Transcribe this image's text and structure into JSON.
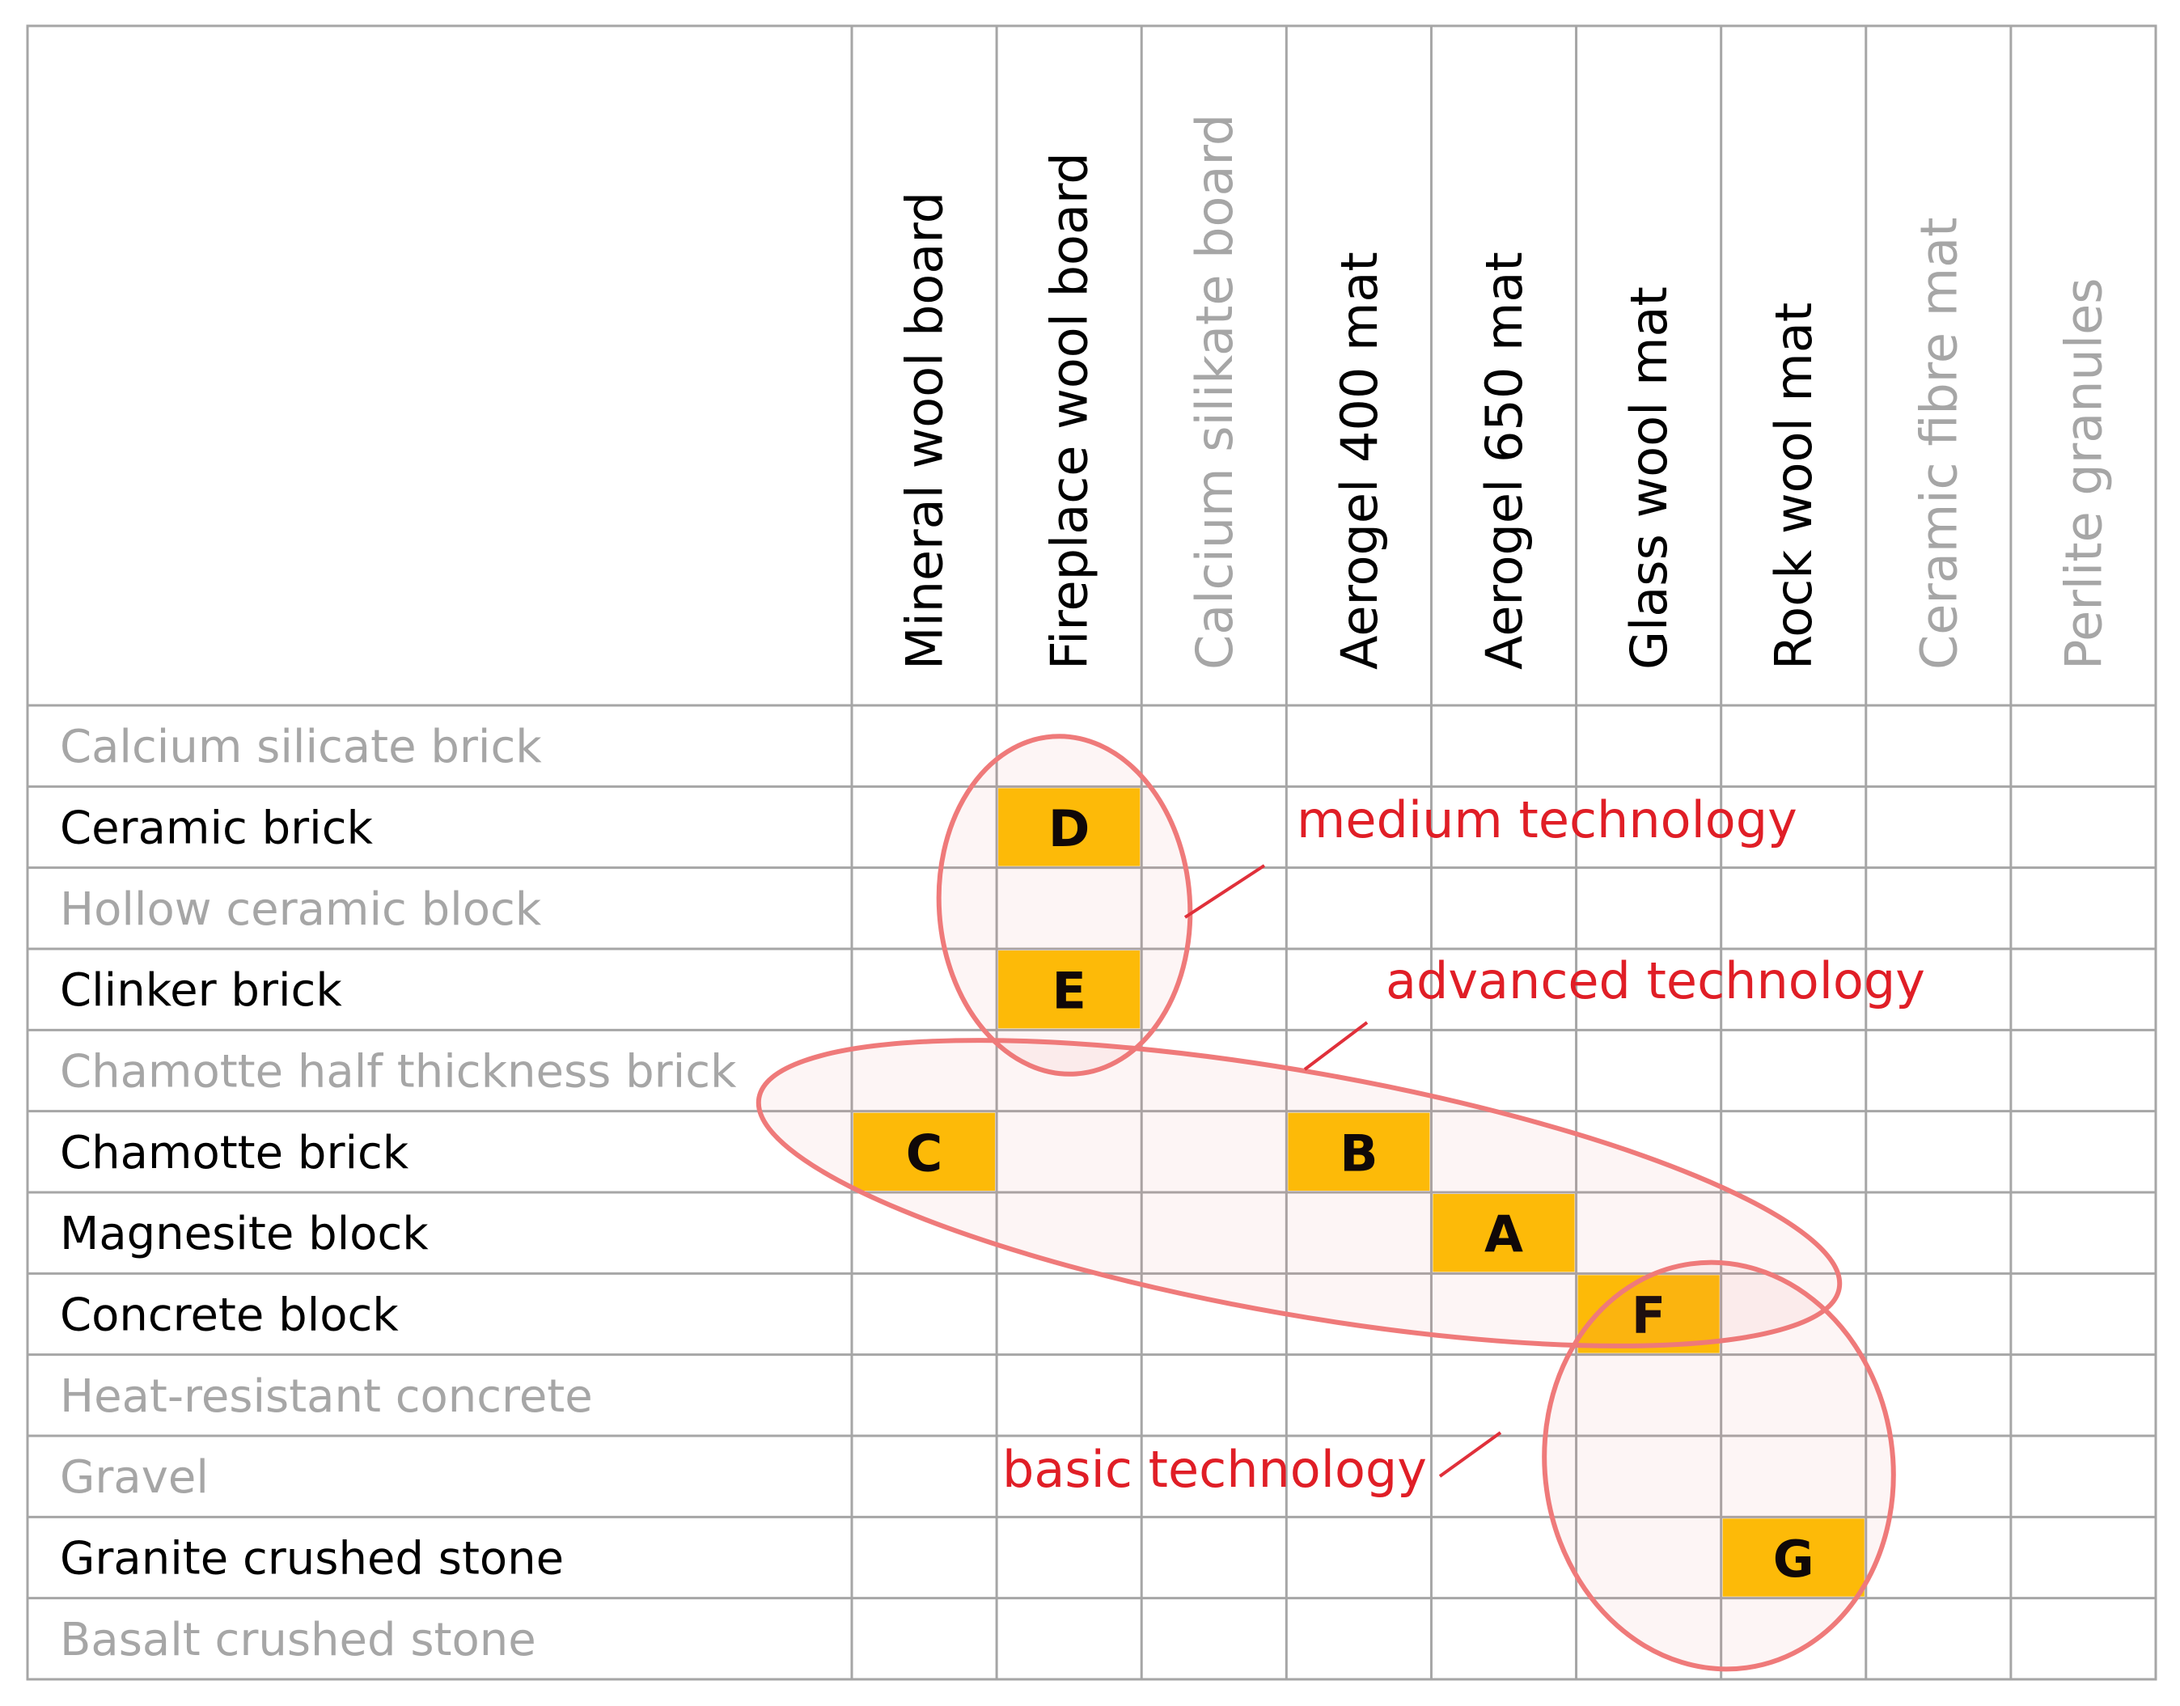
{
  "columns": [
    {
      "label": "Mineral wool board",
      "emphasis": true
    },
    {
      "label": "Fireplace wool board",
      "emphasis": true
    },
    {
      "label": "Calcium silikate board",
      "emphasis": false
    },
    {
      "label": "Aerogel 400 mat",
      "emphasis": true
    },
    {
      "label": "Aerogel 650 mat",
      "emphasis": true
    },
    {
      "label": "Glass wool mat",
      "emphasis": true
    },
    {
      "label": "Rock wool mat",
      "emphasis": true
    },
    {
      "label": "Ceramic fibre mat",
      "emphasis": false
    },
    {
      "label": "Perlite granules",
      "emphasis": false
    }
  ],
  "rows": [
    {
      "label": "Calcium silicate brick",
      "emphasis": false
    },
    {
      "label": "Ceramic brick",
      "emphasis": true
    },
    {
      "label": "Hollow ceramic block",
      "emphasis": false
    },
    {
      "label": "Clinker brick",
      "emphasis": true
    },
    {
      "label": "Chamotte half thickness brick",
      "emphasis": false
    },
    {
      "label": "Chamotte brick",
      "emphasis": true
    },
    {
      "label": "Magnesite block",
      "emphasis": true
    },
    {
      "label": "Concrete block",
      "emphasis": true
    },
    {
      "label": "Heat-resistant concrete",
      "emphasis": false
    },
    {
      "label": "Gravel",
      "emphasis": false
    },
    {
      "label": "Granite crushed stone",
      "emphasis": true
    },
    {
      "label": "Basalt crushed stone",
      "emphasis": false
    }
  ],
  "cells": [
    {
      "letter": "D",
      "row": 1,
      "col": 1
    },
    {
      "letter": "E",
      "row": 3,
      "col": 1
    },
    {
      "letter": "C",
      "row": 5,
      "col": 0
    },
    {
      "letter": "B",
      "row": 5,
      "col": 3
    },
    {
      "letter": "A",
      "row": 6,
      "col": 4
    },
    {
      "letter": "F",
      "row": 7,
      "col": 5
    },
    {
      "letter": "G",
      "row": 10,
      "col": 6
    }
  ],
  "groups": [
    {
      "label": "medium technology"
    },
    {
      "label": "advanced technology"
    },
    {
      "label": "basic technology"
    }
  ],
  "colors": {
    "emphasis_text": "#000000",
    "muted_text": "#a6a6a6",
    "cell_fill": "#ffc000",
    "group_label": "#e01e26"
  }
}
